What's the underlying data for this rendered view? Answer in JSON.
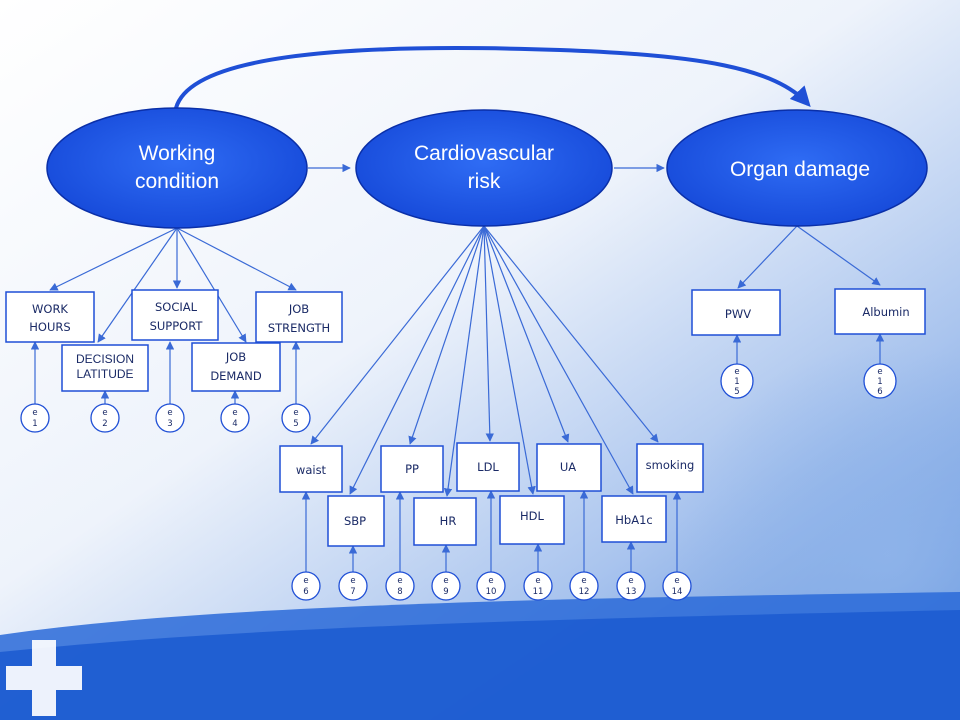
{
  "colors": {
    "latent_fill": "#1a56e8",
    "latent_stroke": "#0a2fa8",
    "arrow": "#3a6ad6",
    "covariance": "#1f4fd6",
    "box_stroke": "#1f4fd6",
    "background_top": "#ffffff",
    "background_bottom": "#6a9be0",
    "bottom_band": "#1d63d6"
  },
  "latents": {
    "working": {
      "line1": "Working",
      "line2": "condition"
    },
    "cardio": {
      "line1": "Cardiovascular",
      "line2": "risk"
    },
    "organ": {
      "line1": "Organ damage"
    }
  },
  "working_indicators": {
    "work_hours": {
      "line1": "WORK",
      "line2": "HOURS",
      "error": {
        "line1": "e",
        "line2": "1"
      }
    },
    "decision_latitude": {
      "line1": "DECISION",
      "line2": "LATITUDE",
      "error": {
        "line1": "e",
        "line2": "2"
      }
    },
    "social_support": {
      "line1": "SOCIAL",
      "line2": "SUPPORT",
      "error": {
        "line1": "e",
        "line2": "3"
      }
    },
    "job_demand": {
      "line1": "JOB",
      "line2": "DEMAND",
      "error": {
        "line1": "e",
        "line2": "4"
      }
    },
    "job_strength": {
      "line1": "JOB",
      "line2": "STRENGTH",
      "error": {
        "line1": "e",
        "line2": "5"
      }
    }
  },
  "cardio_indicators": {
    "waist": {
      "label": "waist",
      "error": {
        "line1": "e",
        "line2": "6"
      }
    },
    "sbp": {
      "label": "SBP",
      "error": {
        "line1": "e",
        "line2": "7"
      }
    },
    "pp": {
      "label": "PP",
      "error": {
        "line1": "e",
        "line2": "8"
      }
    },
    "hr": {
      "label": "HR",
      "error": {
        "line1": "e",
        "line2": "9"
      }
    },
    "ldl": {
      "label": "LDL",
      "error": {
        "line1": "e",
        "line2": "10"
      }
    },
    "hdl": {
      "label": "HDL",
      "error": {
        "line1": "e",
        "line2": "11"
      }
    },
    "ua": {
      "label": "UA",
      "error": {
        "line1": "e",
        "line2": "12"
      }
    },
    "hba1c": {
      "label": "HbA1c",
      "error": {
        "line1": "e",
        "line2": "13"
      }
    },
    "smoking": {
      "label": "smoking",
      "error": {
        "line1": "e",
        "line2": "14"
      }
    }
  },
  "organ_indicators": {
    "pwv": {
      "label": "PWV",
      "error": {
        "line1": "e",
        "line2": "1",
        "line3": "5"
      }
    },
    "albumin": {
      "label": "Albumin",
      "error": {
        "line1": "e",
        "line2": "1",
        "line3": "6"
      }
    }
  },
  "decoration": {
    "corner_icon": "plus-icon"
  }
}
